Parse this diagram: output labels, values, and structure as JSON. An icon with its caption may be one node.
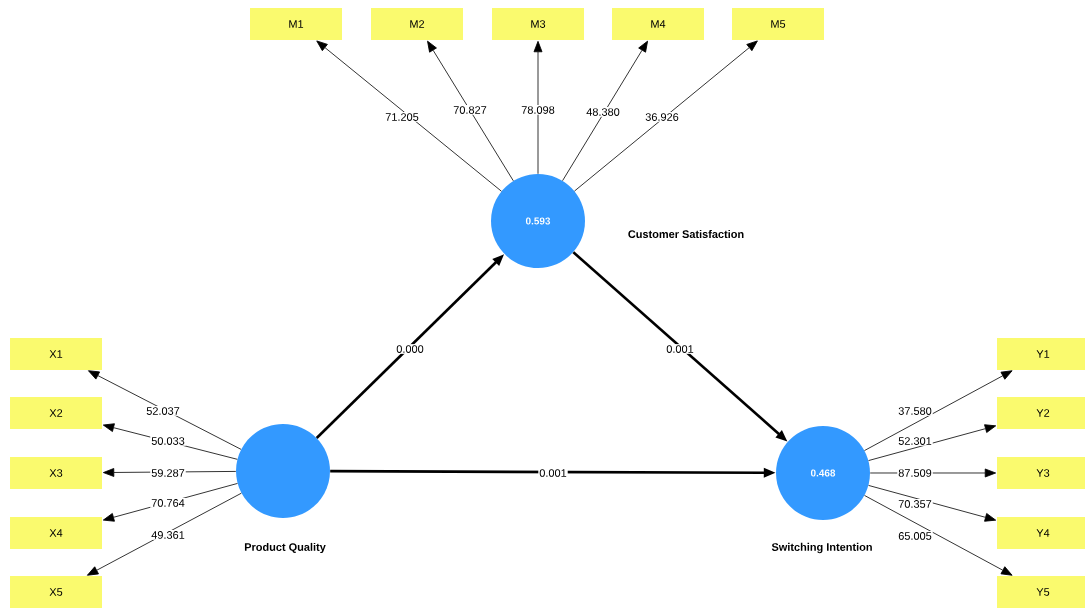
{
  "diagram": {
    "nodes": [
      {
        "text": [
          "M1"
        ]
      },
      {
        "text": [
          "M2"
        ]
      },
      {
        "text": [
          "M3"
        ]
      },
      {
        "text": [
          "M4"
        ]
      },
      {
        "text": [
          "M5"
        ]
      },
      {
        "text": [
          "0.593"
        ],
        "beside": [
          "Customer Satisfaction"
        ]
      },
      {
        "text": [
          "X1"
        ]
      },
      {
        "text": [
          "X2"
        ]
      },
      {
        "text": [
          "X3"
        ]
      },
      {
        "text": [
          "X4"
        ]
      },
      {
        "text": [
          "X5"
        ]
      },
      {
        "text": [],
        "shape": "circle",
        "beside": [
          "Product Quality"
        ]
      },
      {
        "text": [
          "0.468"
        ],
        "beside": [
          "Switching Intention"
        ]
      },
      {
        "text": [
          "Y1"
        ]
      },
      {
        "text": [
          "Y2"
        ]
      },
      {
        "text": [
          "Y3"
        ]
      },
      {
        "text": [
          "Y4"
        ]
      },
      {
        "text": [
          "Y5"
        ]
      }
    ],
    "edges": [
      {
        "from": 5,
        "to": 0,
        "arrow": "to",
        "label": "71.205"
      },
      {
        "from": 5,
        "to": 1,
        "arrow": "to",
        "label": "70.827"
      },
      {
        "from": 5,
        "to": 2,
        "arrow": "to",
        "label": "78.098"
      },
      {
        "from": 5,
        "to": 3,
        "arrow": "to",
        "label": "48.380"
      },
      {
        "from": 5,
        "to": 4,
        "arrow": "to",
        "label": "36.926"
      },
      {
        "from": 11,
        "to": 6,
        "arrow": "to",
        "label": "52.037"
      },
      {
        "from": 11,
        "to": 7,
        "arrow": "to",
        "label": "50.033"
      },
      {
        "from": 11,
        "to": 8,
        "arrow": "to",
        "label": "59.287"
      },
      {
        "from": 11,
        "to": 9,
        "arrow": "to",
        "label": "70.764"
      },
      {
        "from": 11,
        "to": 10,
        "arrow": "to",
        "label": "49.361"
      },
      {
        "from": 12,
        "to": 13,
        "arrow": "to",
        "label": "37.580"
      },
      {
        "from": 12,
        "to": 14,
        "arrow": "to",
        "label": "52.301"
      },
      {
        "from": 12,
        "to": 15,
        "arrow": "to",
        "label": "87.509"
      },
      {
        "from": 12,
        "to": 16,
        "arrow": "to",
        "label": "70.357"
      },
      {
        "from": 12,
        "to": 17,
        "arrow": "to",
        "label": "65.005"
      },
      {
        "from": 11,
        "to": 5,
        "arrow": "to",
        "label": "0.000",
        "style": "thick"
      },
      {
        "from": 5,
        "to": 12,
        "arrow": "to",
        "label": "0.001",
        "style": "thick"
      },
      {
        "from": 11,
        "to": 12,
        "arrow": "to",
        "label": "0.001",
        "style": "thick"
      }
    ]
  }
}
